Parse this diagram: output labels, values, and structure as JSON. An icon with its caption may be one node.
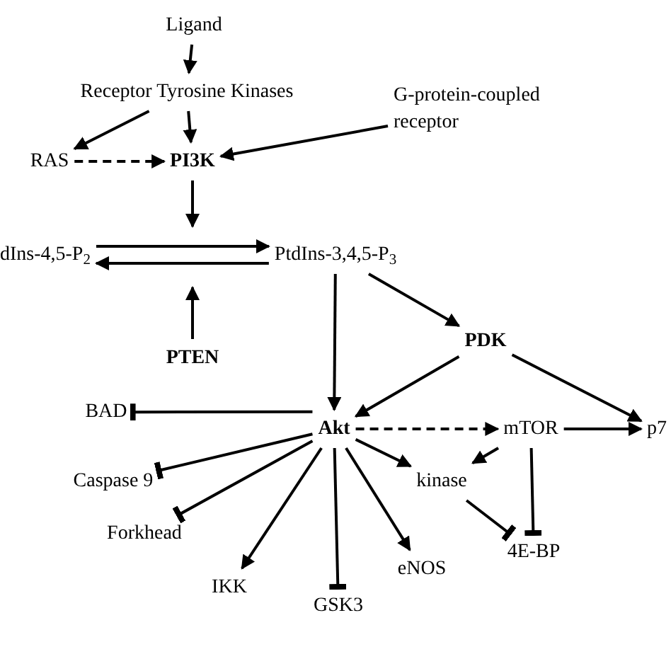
{
  "diagram": {
    "nodes": [
      {
        "text": [
          "Ligand"
        ]
      },
      {
        "text": [
          "Receptor Tyrosine Kinases"
        ]
      },
      {
        "text": [
          "G-protein-coupled receptor"
        ]
      },
      {
        "text": [
          "RAS"
        ]
      },
      {
        "text": [
          "PI3K"
        ]
      },
      {
        "text": [
          "dIns-4,5-P$_{2}$"
        ]
      },
      {
        "text": [
          "PtdIns-3,4,5-P$_{3}$"
        ]
      },
      {
        "text": [
          "PTEN"
        ]
      },
      {
        "text": [
          "PDK"
        ]
      },
      {
        "text": [
          "Akt"
        ]
      },
      {
        "text": [
          "BAD"
        ]
      },
      {
        "text": [
          "mTOR"
        ]
      },
      {
        "text": [
          "p7"
        ]
      },
      {
        "text": [
          "Caspase 9"
        ]
      },
      {
        "text": [
          "kinase"
        ]
      },
      {
        "text": [
          "Forkhead"
        ]
      },
      {
        "text": [
          "4E-BP"
        ]
      },
      {
        "text": [
          "IKK"
        ]
      },
      {
        "text": [
          "eNOS"
        ]
      },
      {
        "text": [
          "GSK3"
        ]
      }
    ],
    "edges": [
      {
        "from": 0,
        "to": 1,
        "arrow": "to"
      },
      {
        "from": 1,
        "to": 3,
        "arrow": "to"
      },
      {
        "from": 1,
        "to": 4,
        "arrow": "to"
      },
      {
        "from": 2,
        "to": 4,
        "arrow": "to"
      },
      {
        "from": 3,
        "to": 4,
        "arrow": "to",
        "style": "dashed"
      },
      {
        "from": 4,
        "to": null,
        "arrow": "to"
      },
      {
        "from": 5,
        "to": 6,
        "arrow": "to"
      },
      {
        "from": 6,
        "to": 5,
        "arrow": "to"
      },
      {
        "from": 7,
        "to": null,
        "arrow": "to"
      },
      {
        "from": 6,
        "to": 9,
        "arrow": "to"
      },
      {
        "from": 6,
        "to": 8,
        "arrow": "to"
      },
      {
        "from": 8,
        "to": 9,
        "arrow": "to"
      },
      {
        "from": 8,
        "to": 12,
        "arrow": "to"
      },
      {
        "from": 9,
        "to": 10,
        "arrow": "other"
      },
      {
        "from": 9,
        "to": 11,
        "arrow": "to",
        "style": "dashed"
      },
      {
        "from": 11,
        "to": 12,
        "arrow": "to"
      },
      {
        "from": 9,
        "to": 13,
        "arrow": "other"
      },
      {
        "from": 9,
        "to": 14,
        "arrow": "to"
      },
      {
        "from": 11,
        "to": 14,
        "arrow": "to"
      },
      {
        "from": 11,
        "to": 16,
        "arrow": "other"
      },
      {
        "from": 14,
        "to": 16,
        "arrow": "other"
      },
      {
        "from": 9,
        "to": 15,
        "arrow": "other"
      },
      {
        "from": 9,
        "to": 17,
        "arrow": "to"
      },
      {
        "from": 9,
        "to": 19,
        "arrow": "other"
      },
      {
        "from": 9,
        "to": 18,
        "arrow": "to"
      }
    ]
  }
}
